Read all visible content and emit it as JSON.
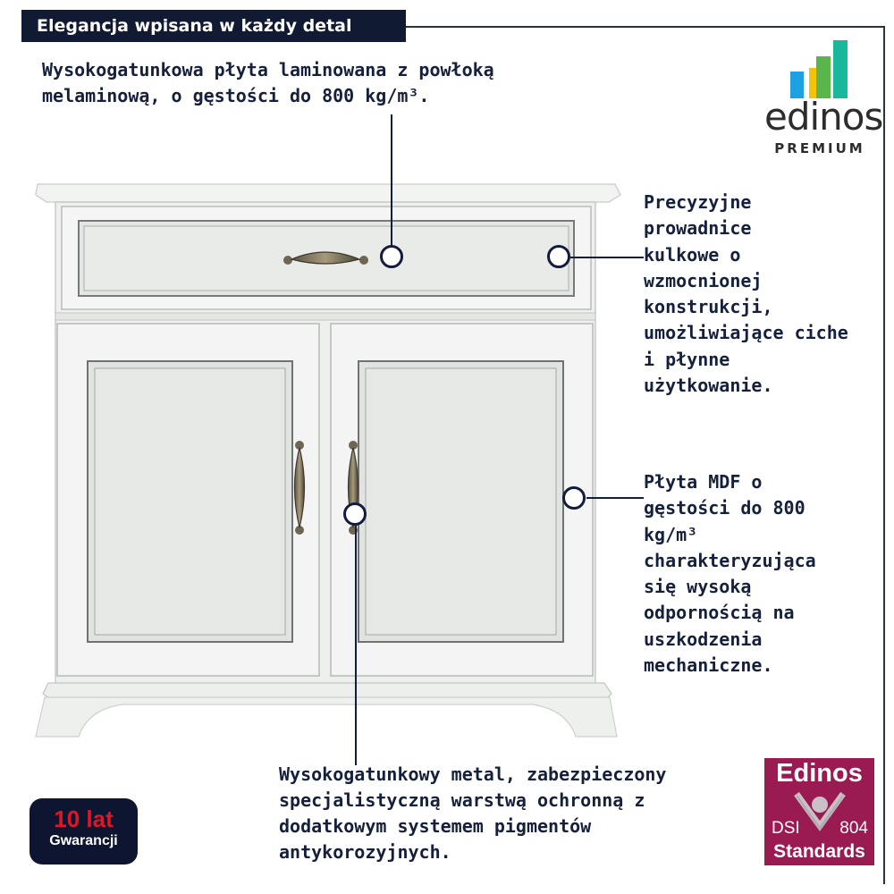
{
  "header": {
    "title": "Elegancja wpisana w każdy detal"
  },
  "notes": {
    "top": [
      "Wysokogatunkowa płyta laminowana z powłoką",
      "melaminową, o gęstości do 800 kg/m³."
    ],
    "drawer_slides": [
      "Precyzyjne",
      "prowadnice",
      "kulkowe o",
      "wzmocnionej",
      "konstrukcji,",
      "umożliwiające ciche",
      "i płynne",
      "użytkowanie."
    ],
    "mdf": [
      "Płyta MDF o",
      "gęstości do 800",
      "kg/m³",
      "charakteryzująca",
      "się wysoką",
      "odpornością na",
      "uszkodzenia",
      "mechaniczne."
    ],
    "metal": [
      "Wysokogatunkowy metal, zabezpieczony",
      "specjalistyczną warstwą ochronną z",
      "dodatkowym systemem pigmentów",
      "antykorozyjnych."
    ]
  },
  "logo": {
    "word": "edinos",
    "sub": "PREMIUM",
    "bar_colors": [
      "#1da1e2",
      "#f5c400",
      "#5ab54a",
      "#19b89b"
    ]
  },
  "badges": {
    "warranty_big": "10 lat",
    "warranty_small": "Gwarancji",
    "standard_top": "Edinos",
    "standard_left": "DSI",
    "standard_right": "804",
    "standard_bottom": "Standards"
  },
  "colors": {
    "navy": "#111a33",
    "standards_bg": "#9a1b52",
    "warranty_red": "#e01626",
    "cabinet": "#f1f3f1"
  }
}
